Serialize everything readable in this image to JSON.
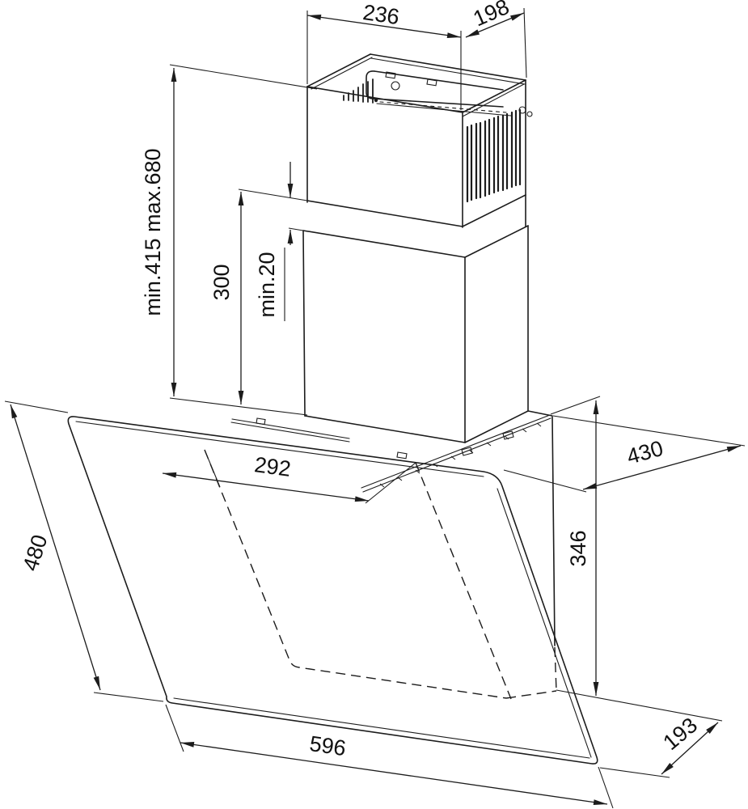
{
  "drawing": {
    "type": "technical-dimension-drawing",
    "subject": "wall-mounted angled cooker hood with telescopic chimney, isometric view",
    "unit": "mm",
    "dimensions": {
      "chimney_top_width": "236",
      "chimney_top_depth": "198",
      "chimney_height_range": "min.415 max.680",
      "lower_chimney_height": "300",
      "telescopic_overlap": "min.20",
      "body_top_width": "292",
      "hood_top_depth": "430",
      "body_side_height": "346",
      "glass_slant_length": "480",
      "hood_width": "596",
      "bottom_depth": "193"
    }
  }
}
